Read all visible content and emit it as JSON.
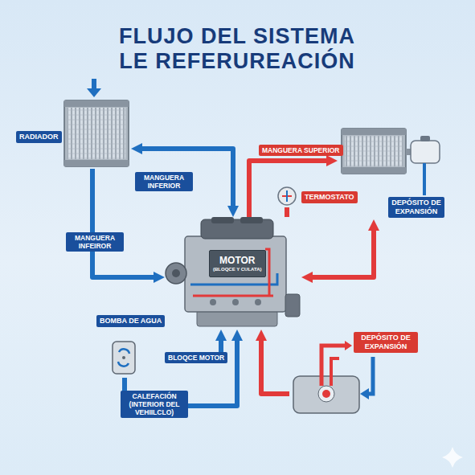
{
  "diagram": {
    "title": "FLUJO DEL SISTEMA LE REFERUREACIÓN",
    "nodes": [
      {
        "text": [
          "RADIADOR"
        ]
      },
      {
        "text": [
          "DEPÓSITO DE EXPANSIÓN"
        ]
      },
      {
        "text": [
          "TERMOSTATO"
        ]
      },
      {
        "text": [
          "MOTOR",
          "(BLOQCE Y CULATA)"
        ]
      },
      {
        "text": [
          "BOMBA DE AGUA"
        ]
      },
      {
        "text": [
          "DEPÓSITO DE EXPANSIÓN"
        ]
      }
    ],
    "edges": [
      {
        "from": 0,
        "to": 3,
        "arrow": "both",
        "label": "MANGUERA INFERIOR"
      },
      {
        "from": 0,
        "to": 3,
        "arrow": "to",
        "label": "MANGUERA INFEIROR"
      },
      {
        "from": 3,
        "to": 1,
        "arrow": "to",
        "label": "MANGUERA SUPERIOR"
      },
      {
        "from": 1,
        "to": 3,
        "arrow": "both"
      },
      {
        "from": 2,
        "to": 3,
        "arrow": "none"
      },
      {
        "from": 4,
        "to": 3,
        "arrow": "to",
        "label": "BLOQCE MOTOR"
      },
      {
        "from": 4,
        "to": 3,
        "arrow": "to",
        "label": "CALEFACIÓN (INTERIOR DEL VEHIILCLO)"
      },
      {
        "from": 5,
        "to": 3,
        "arrow": "to"
      }
    ]
  }
}
